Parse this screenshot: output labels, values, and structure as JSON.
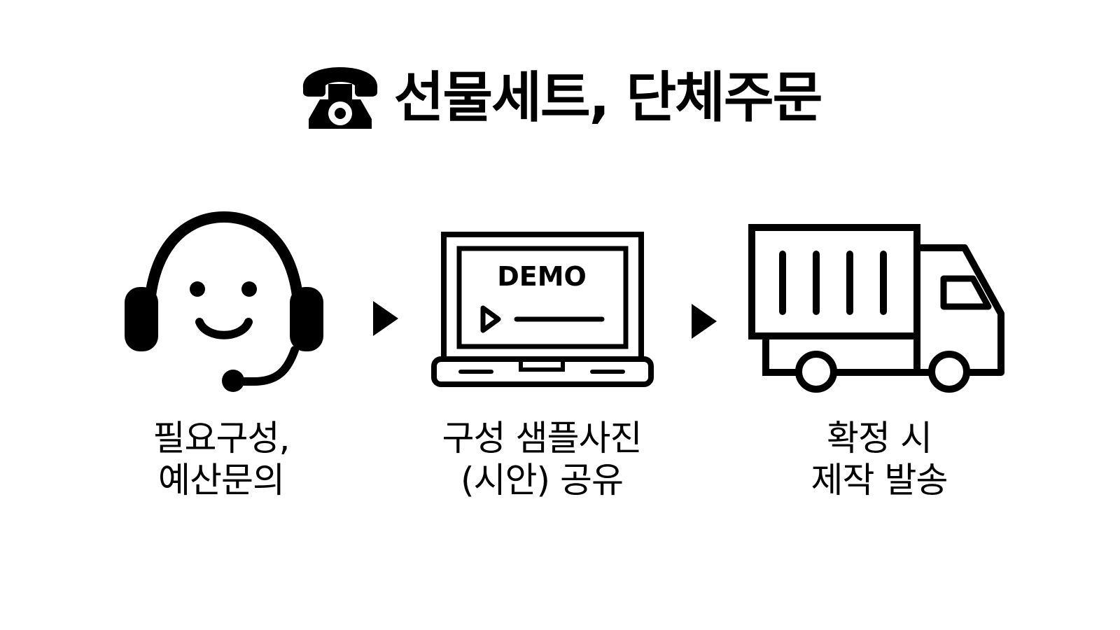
{
  "header": {
    "icon": "phone-icon",
    "title": "선물세트, 단체주문"
  },
  "steps": [
    {
      "icon": "headset-smiley-icon",
      "label_line1": "필요구성,",
      "label_line2": "예산문의"
    },
    {
      "icon": "laptop-demo-icon",
      "screen_text": "DEMO",
      "label_line1": "구성 샘플사진",
      "label_line2": "(시안) 공유"
    },
    {
      "icon": "delivery-truck-icon",
      "label_line1": "확정 시",
      "label_line2": "제작 발송"
    }
  ],
  "arrows": [
    "arrow-right-icon",
    "arrow-right-icon"
  ],
  "colors": {
    "foreground": "#000000",
    "background": "#ffffff"
  }
}
